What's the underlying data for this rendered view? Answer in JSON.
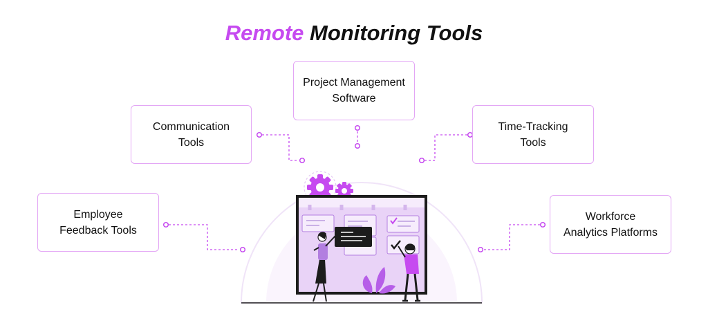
{
  "title": {
    "accent": "Remote",
    "rest": "Monitoring Tools"
  },
  "colors": {
    "accent": "#c64af0",
    "box_border": "#e3a6f5",
    "connector": "#c64af0",
    "board_frame": "#1c1c1c",
    "board_fill": "#e9d3f7"
  },
  "tools": [
    {
      "line1": "Employee",
      "line2": "Feedback Tools"
    },
    {
      "line1": "Communication",
      "line2": "Tools"
    },
    {
      "line1": "Project Management",
      "line2": "Software"
    },
    {
      "line1": "Time-Tracking",
      "line2": "Tools"
    },
    {
      "line1": "Workforce",
      "line2": "Analytics Platforms"
    }
  ]
}
